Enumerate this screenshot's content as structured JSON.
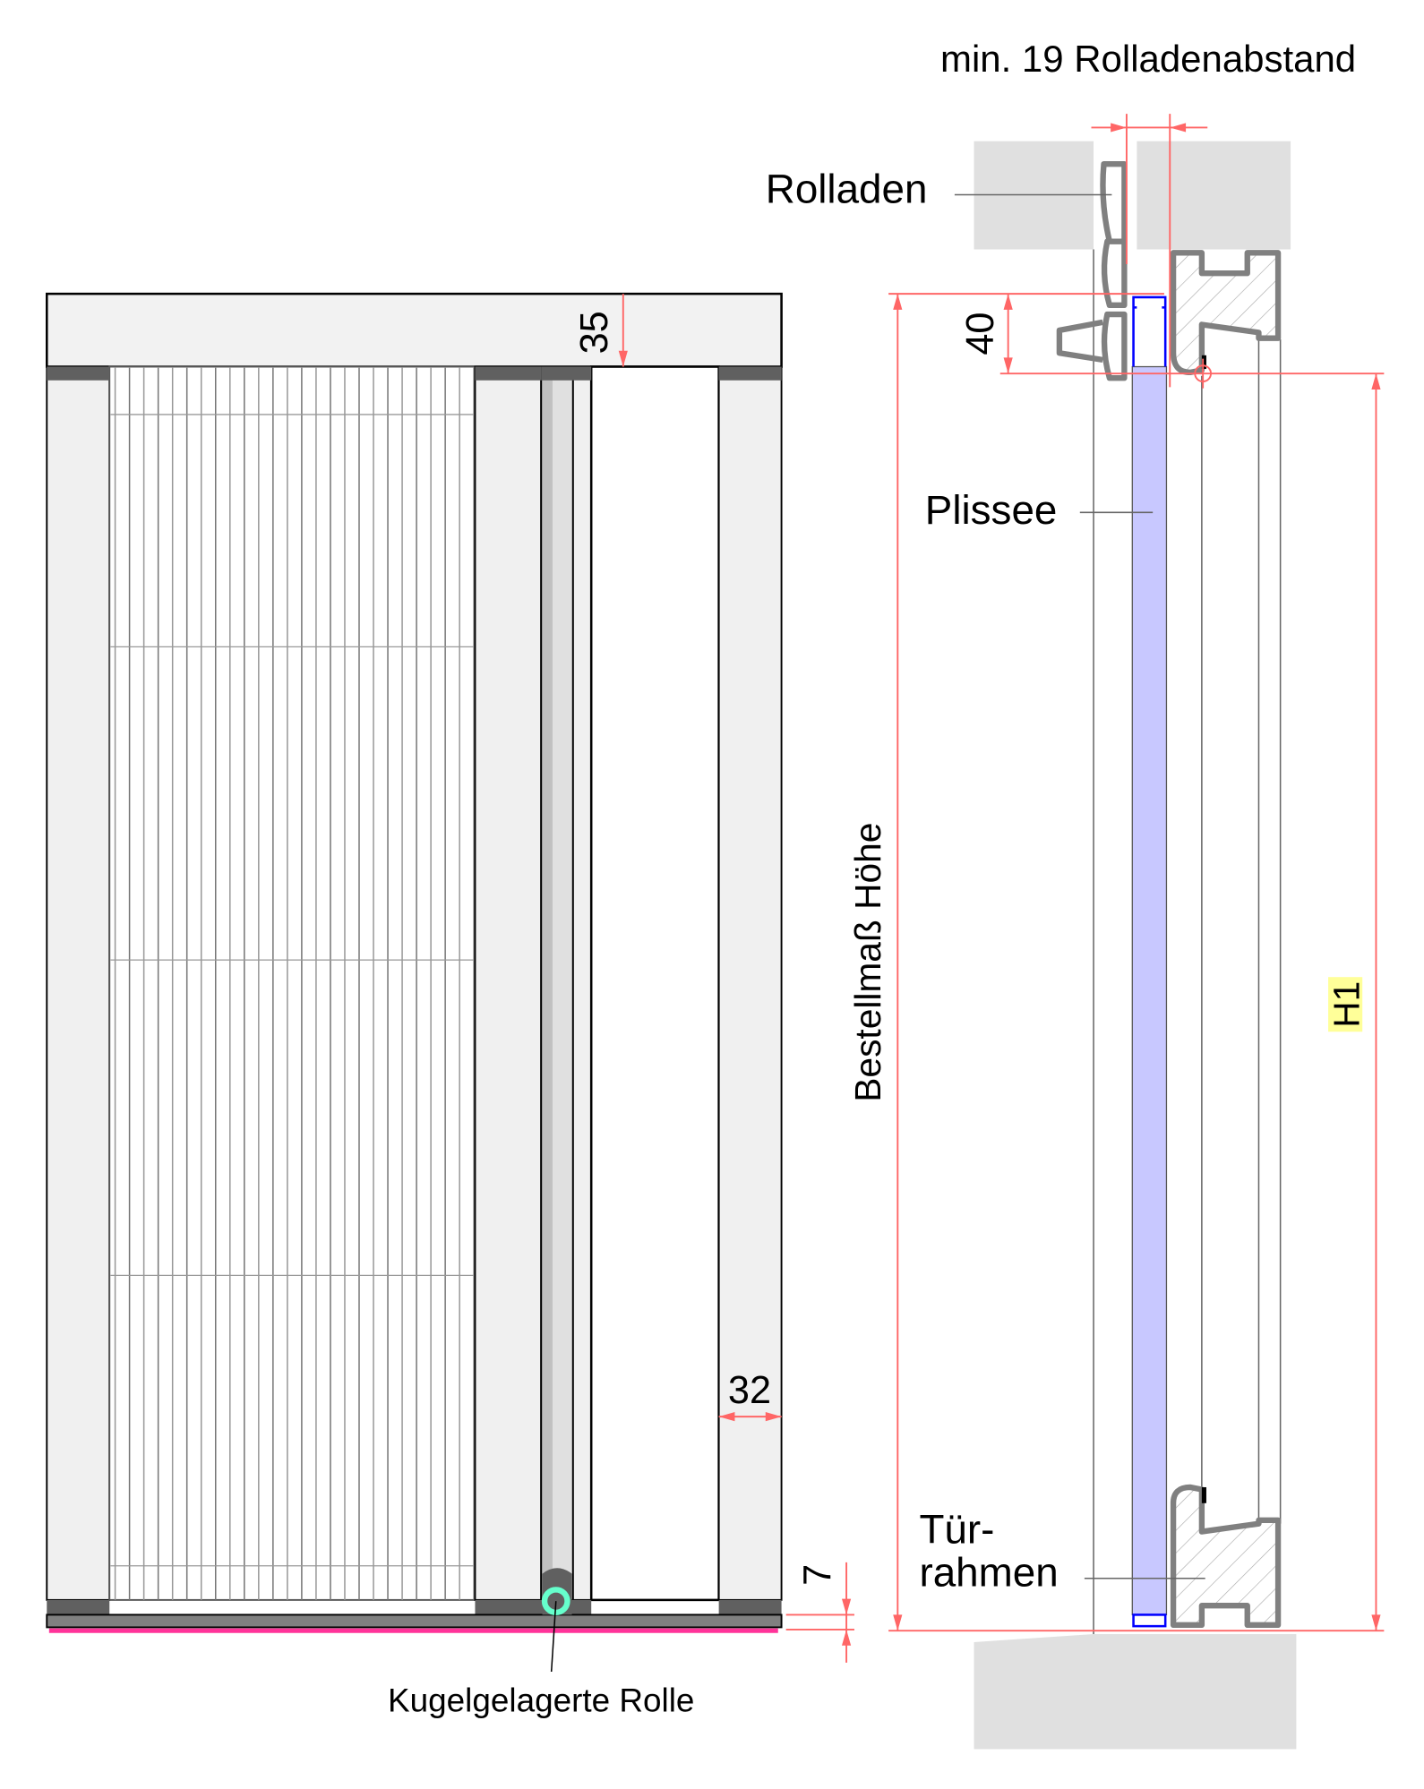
{
  "labels": {
    "rolladenabstand": "min. 19 Rolladenabstand",
    "rolladen": "Rolladen",
    "plissee": "Plissee",
    "tuerrahmen_line1": "Tür-",
    "tuerrahmen_line2": "rahmen",
    "bestellmass": "Bestellmaß Höhe",
    "h1": "H1",
    "rolle": "Kugelgelagerte Rolle"
  },
  "dimensions": {
    "top_rail": "35",
    "side_stile": "32",
    "bottom": "7",
    "top_gap": "40"
  },
  "colors": {
    "dimension": "#ff6666",
    "plissee": "#c8c8ff",
    "plissee_outline": "#0000ff",
    "roller_ring": "#66ffcc",
    "floor_line": "#ff3399",
    "h1_highlight": "#ffff99"
  }
}
